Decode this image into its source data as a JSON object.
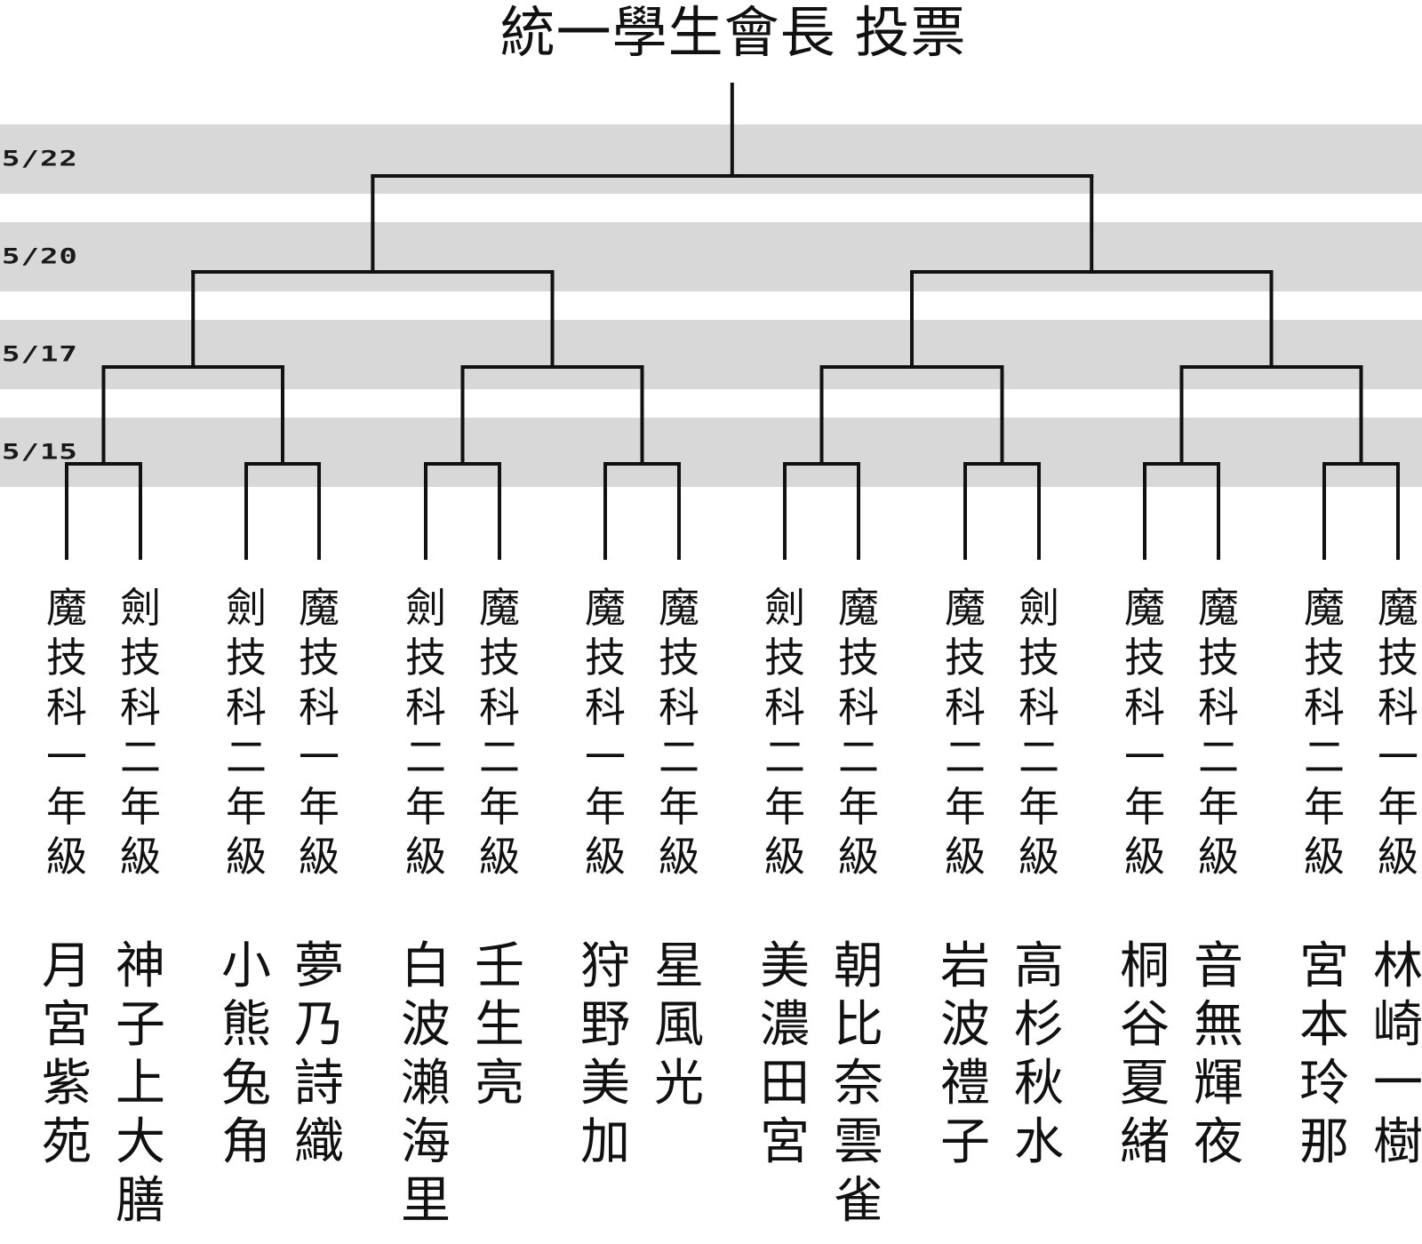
{
  "title": "統一學生會長 投票",
  "rounds": [
    {
      "label": "5/22"
    },
    {
      "label": "5/20"
    },
    {
      "label": "5/17"
    },
    {
      "label": "5/15"
    }
  ],
  "candidates": [
    {
      "class": "魔技科一年級",
      "name": "月宮紫苑"
    },
    {
      "class": "劍技科二年級",
      "name": "神子上大膳"
    },
    {
      "class": "劍技科二年級",
      "name": "小熊兔角"
    },
    {
      "class": "魔技科一年級",
      "name": "夢乃詩織"
    },
    {
      "class": "劍技科二年級",
      "name": "白波瀨海里"
    },
    {
      "class": "魔技科二年級",
      "name": "壬生亮"
    },
    {
      "class": "魔技科一年級",
      "name": "狩野美加"
    },
    {
      "class": "魔技科二年級",
      "name": "星風光"
    },
    {
      "class": "劍技科二年級",
      "name": "美濃田宮"
    },
    {
      "class": "魔技科二年級",
      "name": "朝比奈雲雀"
    },
    {
      "class": "魔技科二年級",
      "name": "岩波禮子"
    },
    {
      "class": "劍技科二年級",
      "name": "高杉秋水"
    },
    {
      "class": "魔技科一年級",
      "name": "桐谷夏緒"
    },
    {
      "class": "魔技科二年級",
      "name": "音無輝夜"
    },
    {
      "class": "魔技科二年級",
      "name": "宮本玲那"
    },
    {
      "class": "魔技科一年級",
      "name": "林崎一樹"
    }
  ],
  "colors": {
    "band": "#d8d8d8",
    "line": "#111111",
    "text": "#111111"
  }
}
